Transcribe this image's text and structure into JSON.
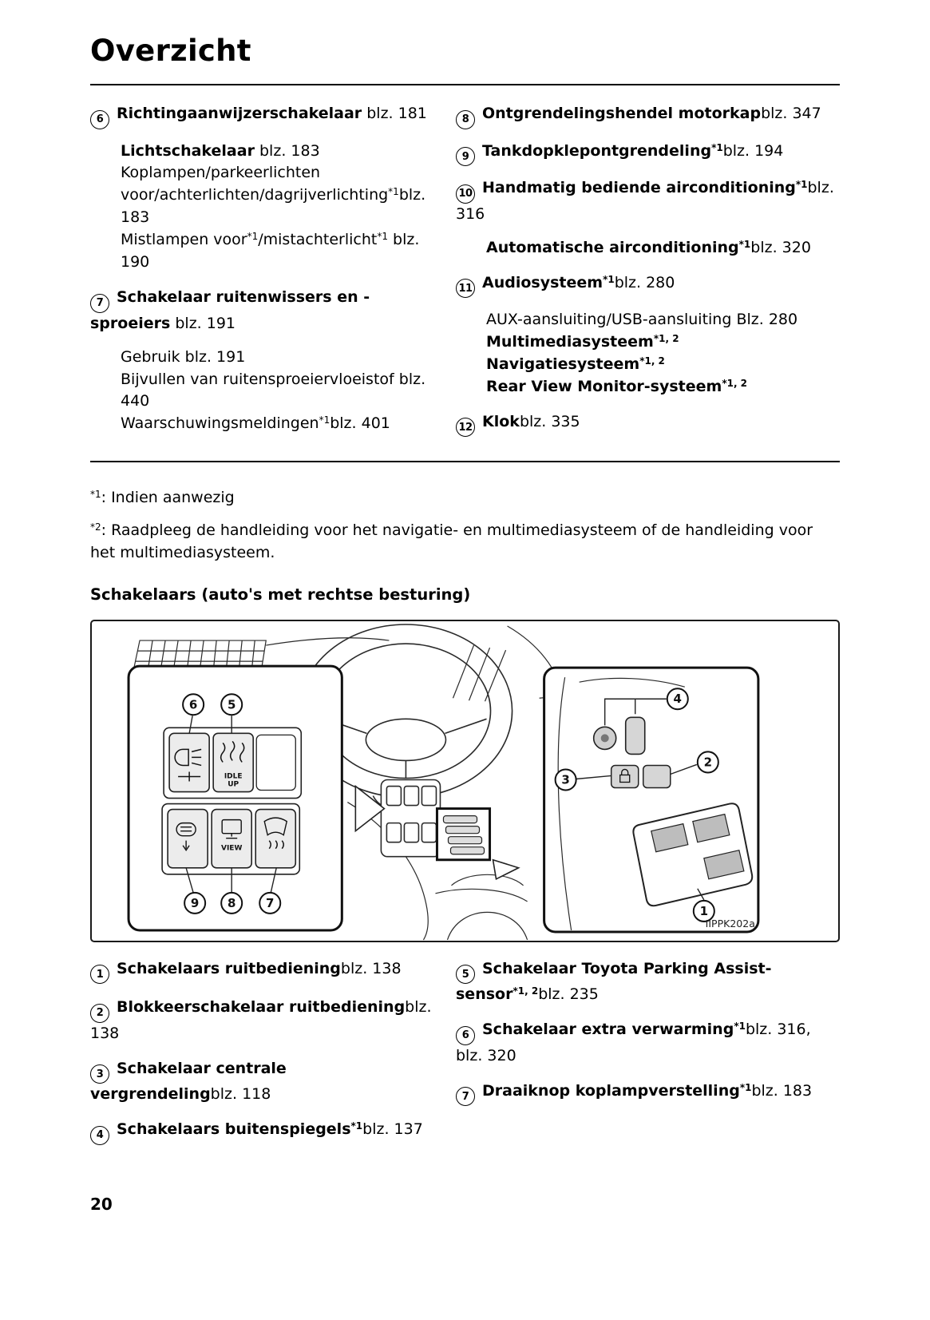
{
  "page": {
    "title": "Overzicht",
    "number": "20"
  },
  "top": {
    "left": {
      "i6": {
        "num": "6",
        "title": "Richtingaanwijzerschakelaar",
        "ref": "blz. 181",
        "s1_text": "Lichtschakelaar",
        "s1_ref": "blz. 183",
        "s2_text": "Koplampen/parkeerlichten voor/achterlichten/dagrijverlichting",
        "s2_sup": "*1",
        "s2_ref": "blz. 183",
        "s3_a": "Mistlampen voor",
        "s3_sup1": "*1",
        "s3_b": "/mistachterlicht",
        "s3_sup2": "*1",
        "s3_ref": "blz. 190"
      },
      "i7": {
        "num": "7",
        "title": "Schakelaar ruitenwissers en -sproeiers",
        "ref": "blz. 191",
        "s1_text": "Gebruik",
        "s1_ref": "blz. 191",
        "s2_text": "Bijvullen van ruitensproeiervloeistof",
        "s2_ref": "blz. 440",
        "s3_text": "Waarschuwingsmeldingen",
        "s3_sup": "*1",
        "s3_ref": "blz. 401"
      }
    },
    "right": {
      "i8": {
        "num": "8",
        "title": "Ontgrendelingshendel motorkap",
        "ref": "blz. 347"
      },
      "i9": {
        "num": "9",
        "title": "Tankdopklepontgrendeling",
        "sup": "*1",
        "ref": "blz. 194"
      },
      "i10": {
        "num": "10",
        "title": "Handmatig bediende airconditioning",
        "sup": "*1",
        "ref": "blz. 316",
        "s1_text": "Automatische airconditioning",
        "s1_sup": "*1",
        "s1_ref": "blz. 320"
      },
      "i11": {
        "num": "11",
        "title": "Audiosysteem",
        "sup": "*1",
        "ref": "blz. 280",
        "s1_text": "AUX-aansluiting/USB-aansluiting",
        "s1_ref": "Blz. 280",
        "s2_text": "Multimediasysteem",
        "s2_sup": "*1, 2",
        "s3_text": "Navigatiesysteem",
        "s3_sup": "*1, 2",
        "s4_text": "Rear View Monitor-systeem",
        "s4_sup": "*1, 2"
      },
      "i12": {
        "num": "12",
        "title": "Klok",
        "ref": "blz. 335"
      }
    }
  },
  "footnotes": {
    "f1_sup": "*1",
    "f1_text": ": Indien aanwezig",
    "f2_sup": "*2",
    "f2_text": ": Raadpleeg de handleiding voor het navigatie- en multimediasysteem of de handleiding voor het multimediasysteem."
  },
  "section_heading": "Schakelaars (auto's met rechtse besturing)",
  "figure": {
    "code": "IIPPK202a",
    "labels": {
      "idle": "IDLE",
      "up": "UP",
      "view": "VIEW"
    },
    "callouts": {
      "c1": "1",
      "c2": "2",
      "c3": "3",
      "c4": "4",
      "c5": "5",
      "c6": "6",
      "c7": "7",
      "c8": "8",
      "c9": "9"
    }
  },
  "bottom": {
    "left": {
      "i1": {
        "num": "1",
        "title": "Schakelaars ruitbediening",
        "ref": "blz. 138"
      },
      "i2": {
        "num": "2",
        "title": "Blokkeerschakelaar ruitbediening",
        "ref": "blz. 138"
      },
      "i3": {
        "num": "3",
        "title": "Schakelaar centrale vergrendeling",
        "ref": "blz. 118"
      },
      "i4": {
        "num": "4",
        "title": "Schakelaars buitenspiegels",
        "sup": "*1",
        "ref": "blz. 137"
      }
    },
    "right": {
      "i5": {
        "num": "5",
        "title": "Schakelaar Toyota Parking Assist-sensor",
        "sup": "*1, 2",
        "ref": "blz. 235"
      },
      "i6": {
        "num": "6",
        "title": "Schakelaar extra verwarming",
        "sup": "*1",
        "ref": "blz. 316, blz. 320"
      },
      "i7": {
        "num": "7",
        "title": "Draaiknop koplampverstelling",
        "sup": "*1",
        "ref": "blz. 183"
      }
    }
  }
}
